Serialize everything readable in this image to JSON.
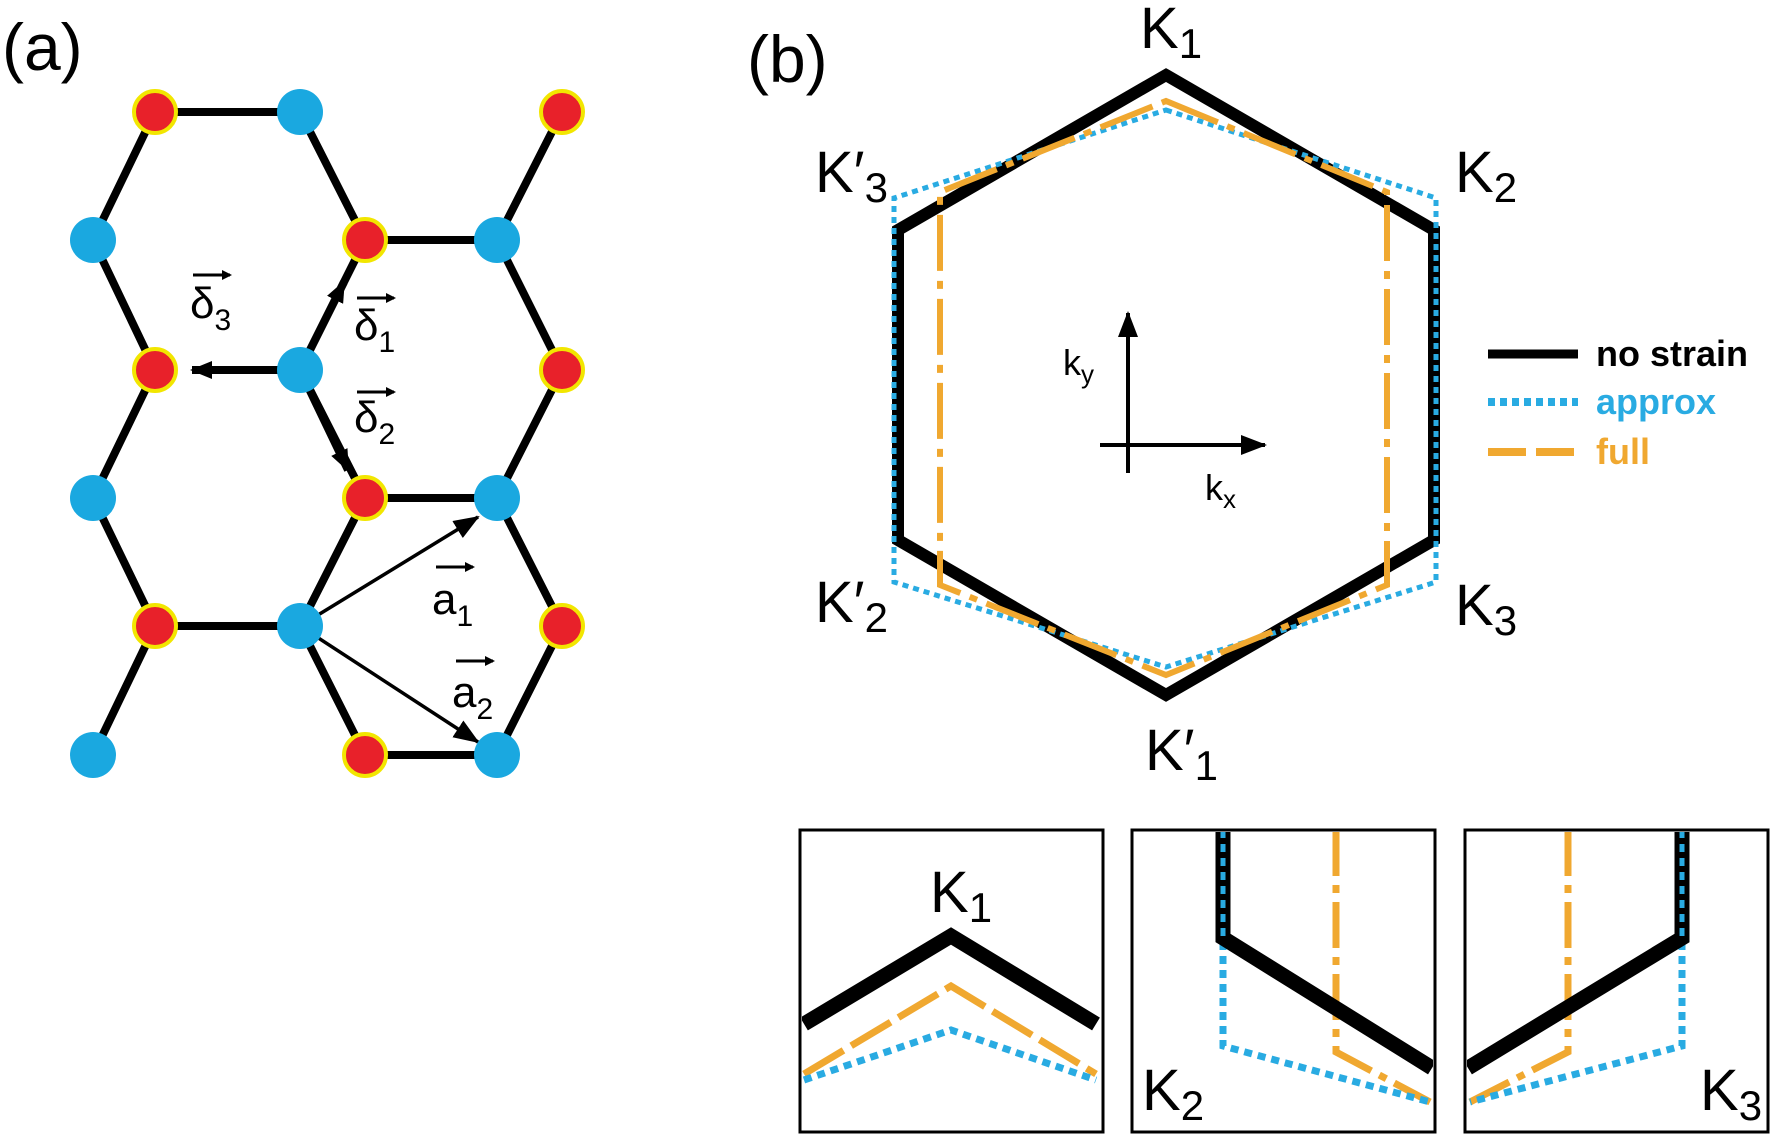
{
  "panel_a": {
    "label": "(a)",
    "vectors": {
      "delta3": {
        "base": "δ",
        "sub": "3"
      },
      "delta1": {
        "base": "δ",
        "sub": "1"
      },
      "delta2": {
        "base": "δ",
        "sub": "2"
      },
      "a1": {
        "base": "a",
        "sub": "1"
      },
      "a2": {
        "base": "a",
        "sub": "2"
      }
    },
    "colors": {
      "sublattice_a": "#e8212a",
      "sublattice_a_ring": "#f2e600",
      "sublattice_b": "#1aa8e0",
      "bond": "#000000"
    }
  },
  "panel_b": {
    "label": "(b)",
    "k_points": {
      "K1": {
        "base": "K",
        "sub": "1"
      },
      "K2": {
        "base": "K",
        "sub": "2"
      },
      "K3": {
        "base": "K",
        "sub": "3"
      },
      "K1p": {
        "base": "K′",
        "sub": "1"
      },
      "K2p": {
        "base": "K′",
        "sub": "2"
      },
      "K3p": {
        "base": "K′",
        "sub": "3"
      }
    },
    "axes": {
      "kx": {
        "base": "k",
        "sub": "x"
      },
      "ky": {
        "base": "k",
        "sub": "y"
      }
    },
    "legend": [
      {
        "label": "no strain",
        "color": "#000000",
        "style": "solid"
      },
      {
        "label": "approx",
        "color": "#29abe2",
        "style": "dotted"
      },
      {
        "label": "full",
        "color": "#f0a830",
        "style": "dashed"
      }
    ],
    "insets": [
      {
        "base": "K",
        "sub": "1"
      },
      {
        "base": "K",
        "sub": "2"
      },
      {
        "base": "K",
        "sub": "3"
      }
    ]
  }
}
